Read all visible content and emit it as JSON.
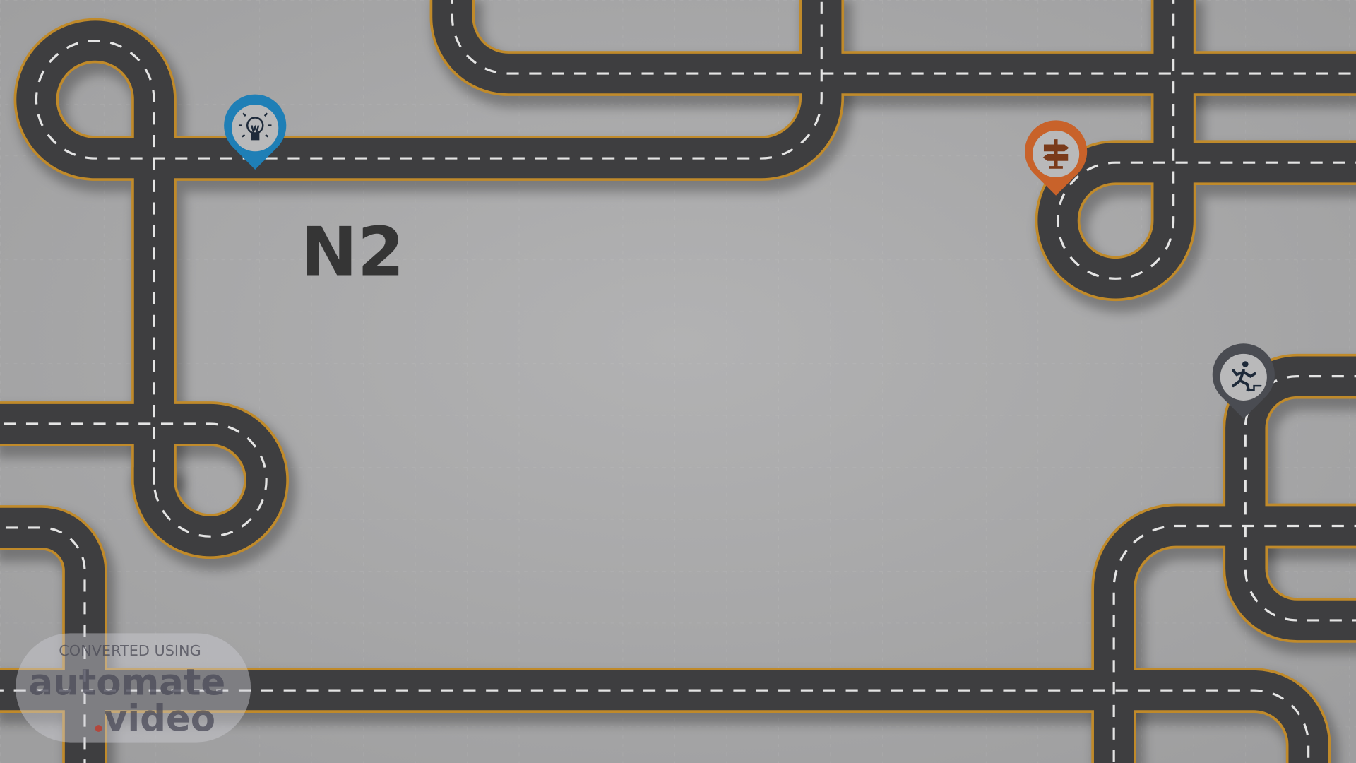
{
  "slide": {
    "title": "N2"
  },
  "pins": [
    {
      "name": "lightbulb",
      "color": "#1f7fb6",
      "icon": "lightbulb-icon"
    },
    {
      "name": "signpost",
      "color": "#c8622a",
      "icon": "signpost-icon"
    },
    {
      "name": "running-person",
      "color": "#4a4c52",
      "icon": "running-person-icon"
    }
  ],
  "watermark": {
    "line1": "CONVERTED USING",
    "line2": "automate",
    "line3": "video"
  }
}
